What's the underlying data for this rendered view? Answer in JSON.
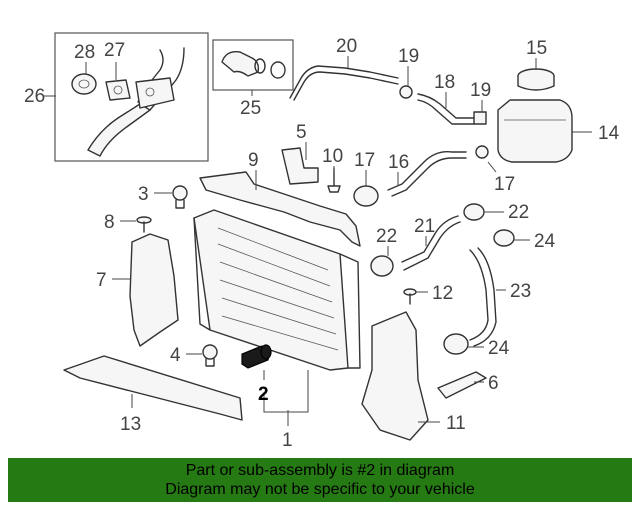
{
  "diagram": {
    "callouts": {
      "c1": "1",
      "c2": "2",
      "c3": "3",
      "c4": "4",
      "c5": "5",
      "c6": "6",
      "c7": "7",
      "c8": "8",
      "c9": "9",
      "c10": "10",
      "c11": "11",
      "c12": "12",
      "c13": "13",
      "c14": "14",
      "c15": "15",
      "c16": "16",
      "c17a": "17",
      "c17b": "17",
      "c18": "18",
      "c19a": "19",
      "c19b": "19",
      "c20": "20",
      "c21": "21",
      "c22a": "22",
      "c22b": "22",
      "c23": "23",
      "c24a": "24",
      "c24b": "24",
      "c25": "25",
      "c26": "26",
      "c27": "27",
      "c28": "28"
    },
    "highlight_part": "2"
  },
  "banner": {
    "line1": "Part or sub-assembly is #2 in diagram",
    "line2": "Diagram may not be specific to your vehicle",
    "color": "#267a14"
  }
}
